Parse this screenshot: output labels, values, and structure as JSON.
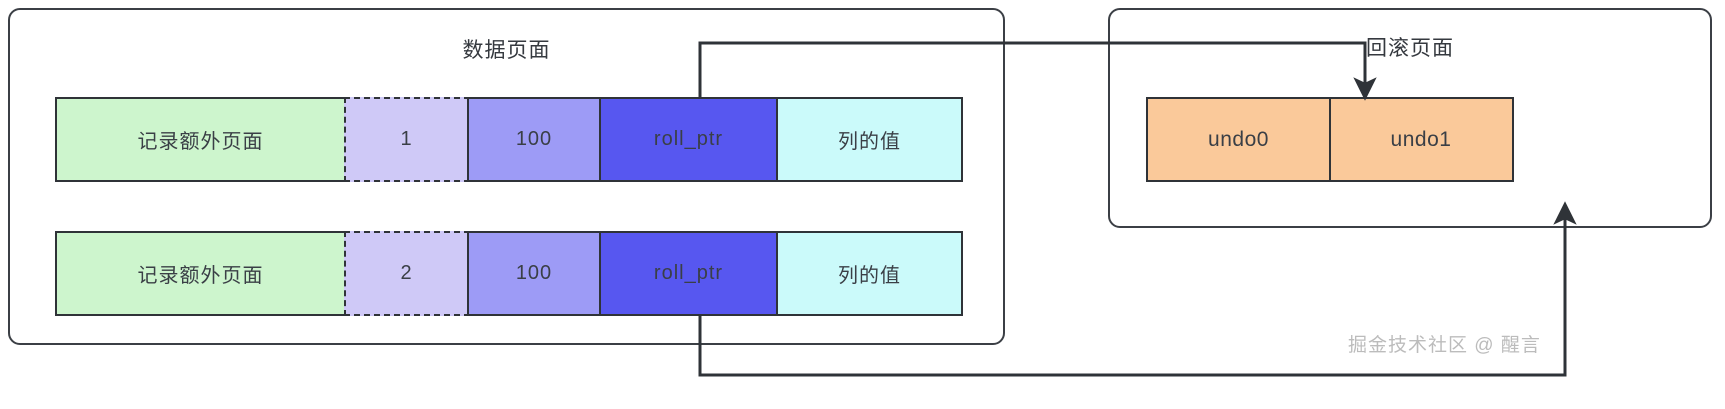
{
  "diagram": {
    "data_page": {
      "title": "数据页面",
      "rows": [
        {
          "extra": "记录额外页面",
          "trx_id": "1",
          "value": "100",
          "roll_ptr": "roll_ptr",
          "column_value": "列的值"
        },
        {
          "extra": "记录额外页面",
          "trx_id": "2",
          "value": "100",
          "roll_ptr": "roll_ptr",
          "column_value": "列的值"
        }
      ]
    },
    "rollback_page": {
      "title": "回滚页面",
      "undo_entries": [
        {
          "label": "undo0"
        },
        {
          "label": "undo1"
        }
      ]
    },
    "colors": {
      "extra_cell": "#cdf5cd",
      "trx_cell": "#cfc9f7",
      "value_cell": "#9d9bf6",
      "roll_ptr_cell": "#5757f0",
      "column_cell": "#cbfafa",
      "undo_cell": "#fac99a",
      "stroke": "#2f3338"
    }
  },
  "watermark": "掘金技术社区 @ 醒言"
}
